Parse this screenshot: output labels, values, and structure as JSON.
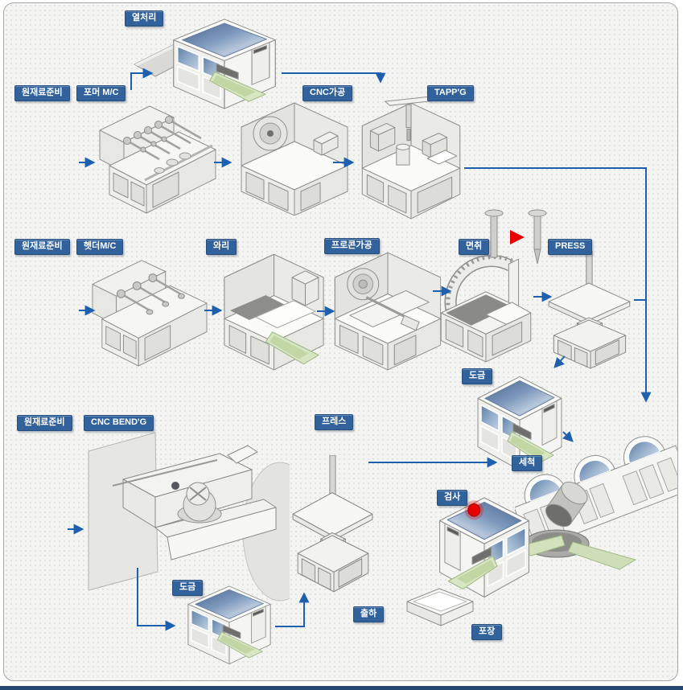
{
  "page": {
    "background": "#ffffff",
    "panel_bg": "#f4f4f2",
    "panel_border": "#a6a6a6",
    "footer_bar_color": "#24486f",
    "badge_bg": "#31629b",
    "badge_text_color": "#ffffff",
    "arrow_color": "#1e5fae",
    "alert_red": "#e60000",
    "chute_green": "#d7e4c2",
    "glass_blue": "#7e99bd"
  },
  "labels": {
    "heat_treat": "열처리",
    "raw_material": "원재료준비",
    "former_mc": "포머 M/C",
    "cnc_machining": "CNC가공",
    "tapping": "TAPP'G",
    "header_mc": "헷더M/C",
    "wari": "와리",
    "procon_machining": "프로콘가공",
    "chamfer": "면취",
    "press_en": "PRESS",
    "plating": "도금",
    "cnc_bending": "CNC BEND'G",
    "press_ko": "프레스",
    "washing": "세척",
    "inspection": "검사",
    "shipping": "출하",
    "packing": "포장"
  },
  "flows": [
    [
      "원재료준비",
      "포머 M/C",
      "열처리",
      "CNC가공",
      "TAPP'G",
      "세척"
    ],
    [
      "원재료준비",
      "헷더M/C",
      "와리",
      "프로콘가공",
      "면취",
      "PRESS",
      "도금",
      "세척"
    ],
    [
      "원재료준비",
      "CNC BEND'G",
      "도금",
      "프레스",
      "세척",
      "검사",
      "포장",
      "출하"
    ]
  ],
  "machines": [
    "heat-treatment-booth",
    "former-machine",
    "cnc-machine",
    "tapping-machine",
    "header-machine",
    "wari-machine",
    "procon-machine",
    "chamfer-machine",
    "press-machine",
    "plating-booth",
    "washing-tunnel",
    "cnc-bending-machine",
    "bottom-press-machine",
    "bottom-plating-booth",
    "inspection-booth",
    "packing-tray",
    "screw-samples"
  ]
}
